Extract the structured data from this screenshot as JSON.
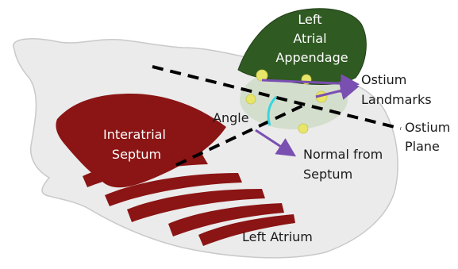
{
  "labels": {
    "appendage": [
      "Left",
      "Atrial",
      "Appendage"
    ],
    "ostium_landmarks": [
      "Ostium",
      "Landmarks"
    ],
    "ostium_plane": [
      "Ostium",
      "Plane"
    ],
    "angle": "Angle",
    "interatrial_septum": [
      "Interatrial",
      "Septum"
    ],
    "normal_from_septum": [
      "Normal from",
      "Septum"
    ],
    "left_atrium": "Left Atrium"
  },
  "colors": {
    "atrium_surface": "#ebebeb",
    "atrium_outline": "#c9c9c9",
    "septum": "#8b1414",
    "appendage": "#2f5a22",
    "landmark": "#e8e66a",
    "arrow": "#7a4fb2",
    "angle_arc": "#36d6e0",
    "dashed_line": "#000000"
  }
}
